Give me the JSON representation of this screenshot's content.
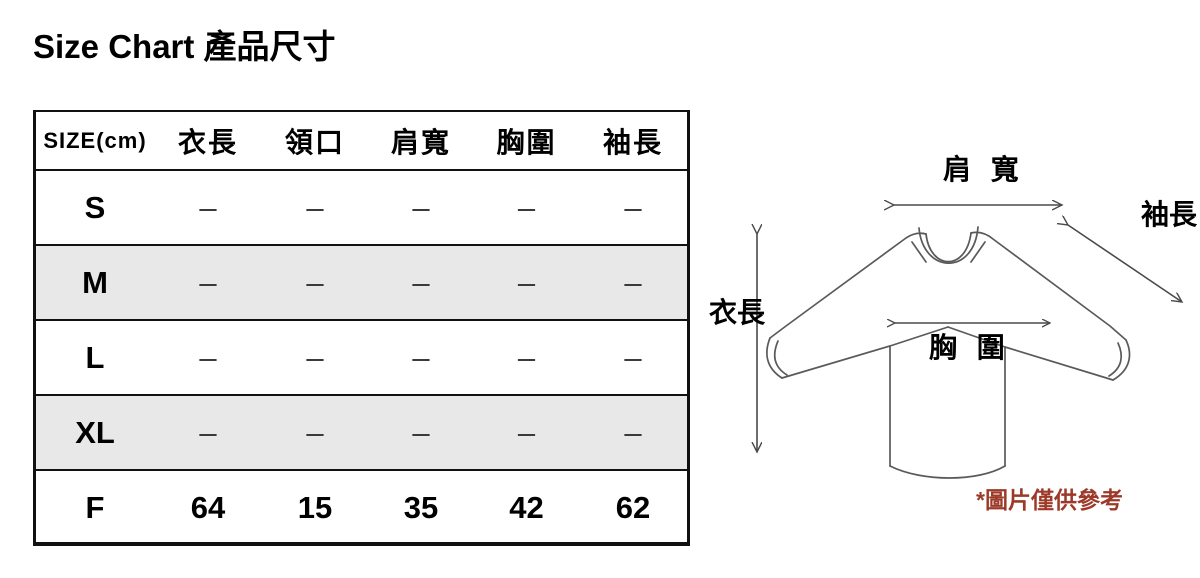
{
  "page": {
    "title": "Size Chart 產品尺寸"
  },
  "size_table": {
    "columns": [
      "SIZE(cm)",
      "衣長",
      "領口",
      "肩寬",
      "胸圍",
      "袖長"
    ],
    "rows": [
      {
        "size": "S",
        "shaded": false,
        "values": [
          "–",
          "–",
          "–",
          "–",
          "–"
        ]
      },
      {
        "size": "M",
        "shaded": true,
        "values": [
          "–",
          "–",
          "–",
          "–",
          "–"
        ]
      },
      {
        "size": "L",
        "shaded": false,
        "values": [
          "–",
          "–",
          "–",
          "–",
          "–"
        ]
      },
      {
        "size": "XL",
        "shaded": true,
        "values": [
          "–",
          "–",
          "–",
          "–",
          "–"
        ]
      },
      {
        "size": "F",
        "shaded": false,
        "values": [
          "64",
          "15",
          "35",
          "42",
          "62"
        ]
      }
    ],
    "shaded_row_color": "#e8e8e8",
    "border_color": "#111111"
  },
  "diagram": {
    "garment": "long-sleeve-sweatshirt",
    "labels": {
      "shoulder_width": "肩 寬",
      "chest_width": "胸 圍",
      "body_length": "衣長",
      "sleeve_length": "袖長"
    },
    "disclaimer": "*圖片僅供參考",
    "disclaimer_color": "#9c3a2a",
    "line_color": "#555555"
  }
}
